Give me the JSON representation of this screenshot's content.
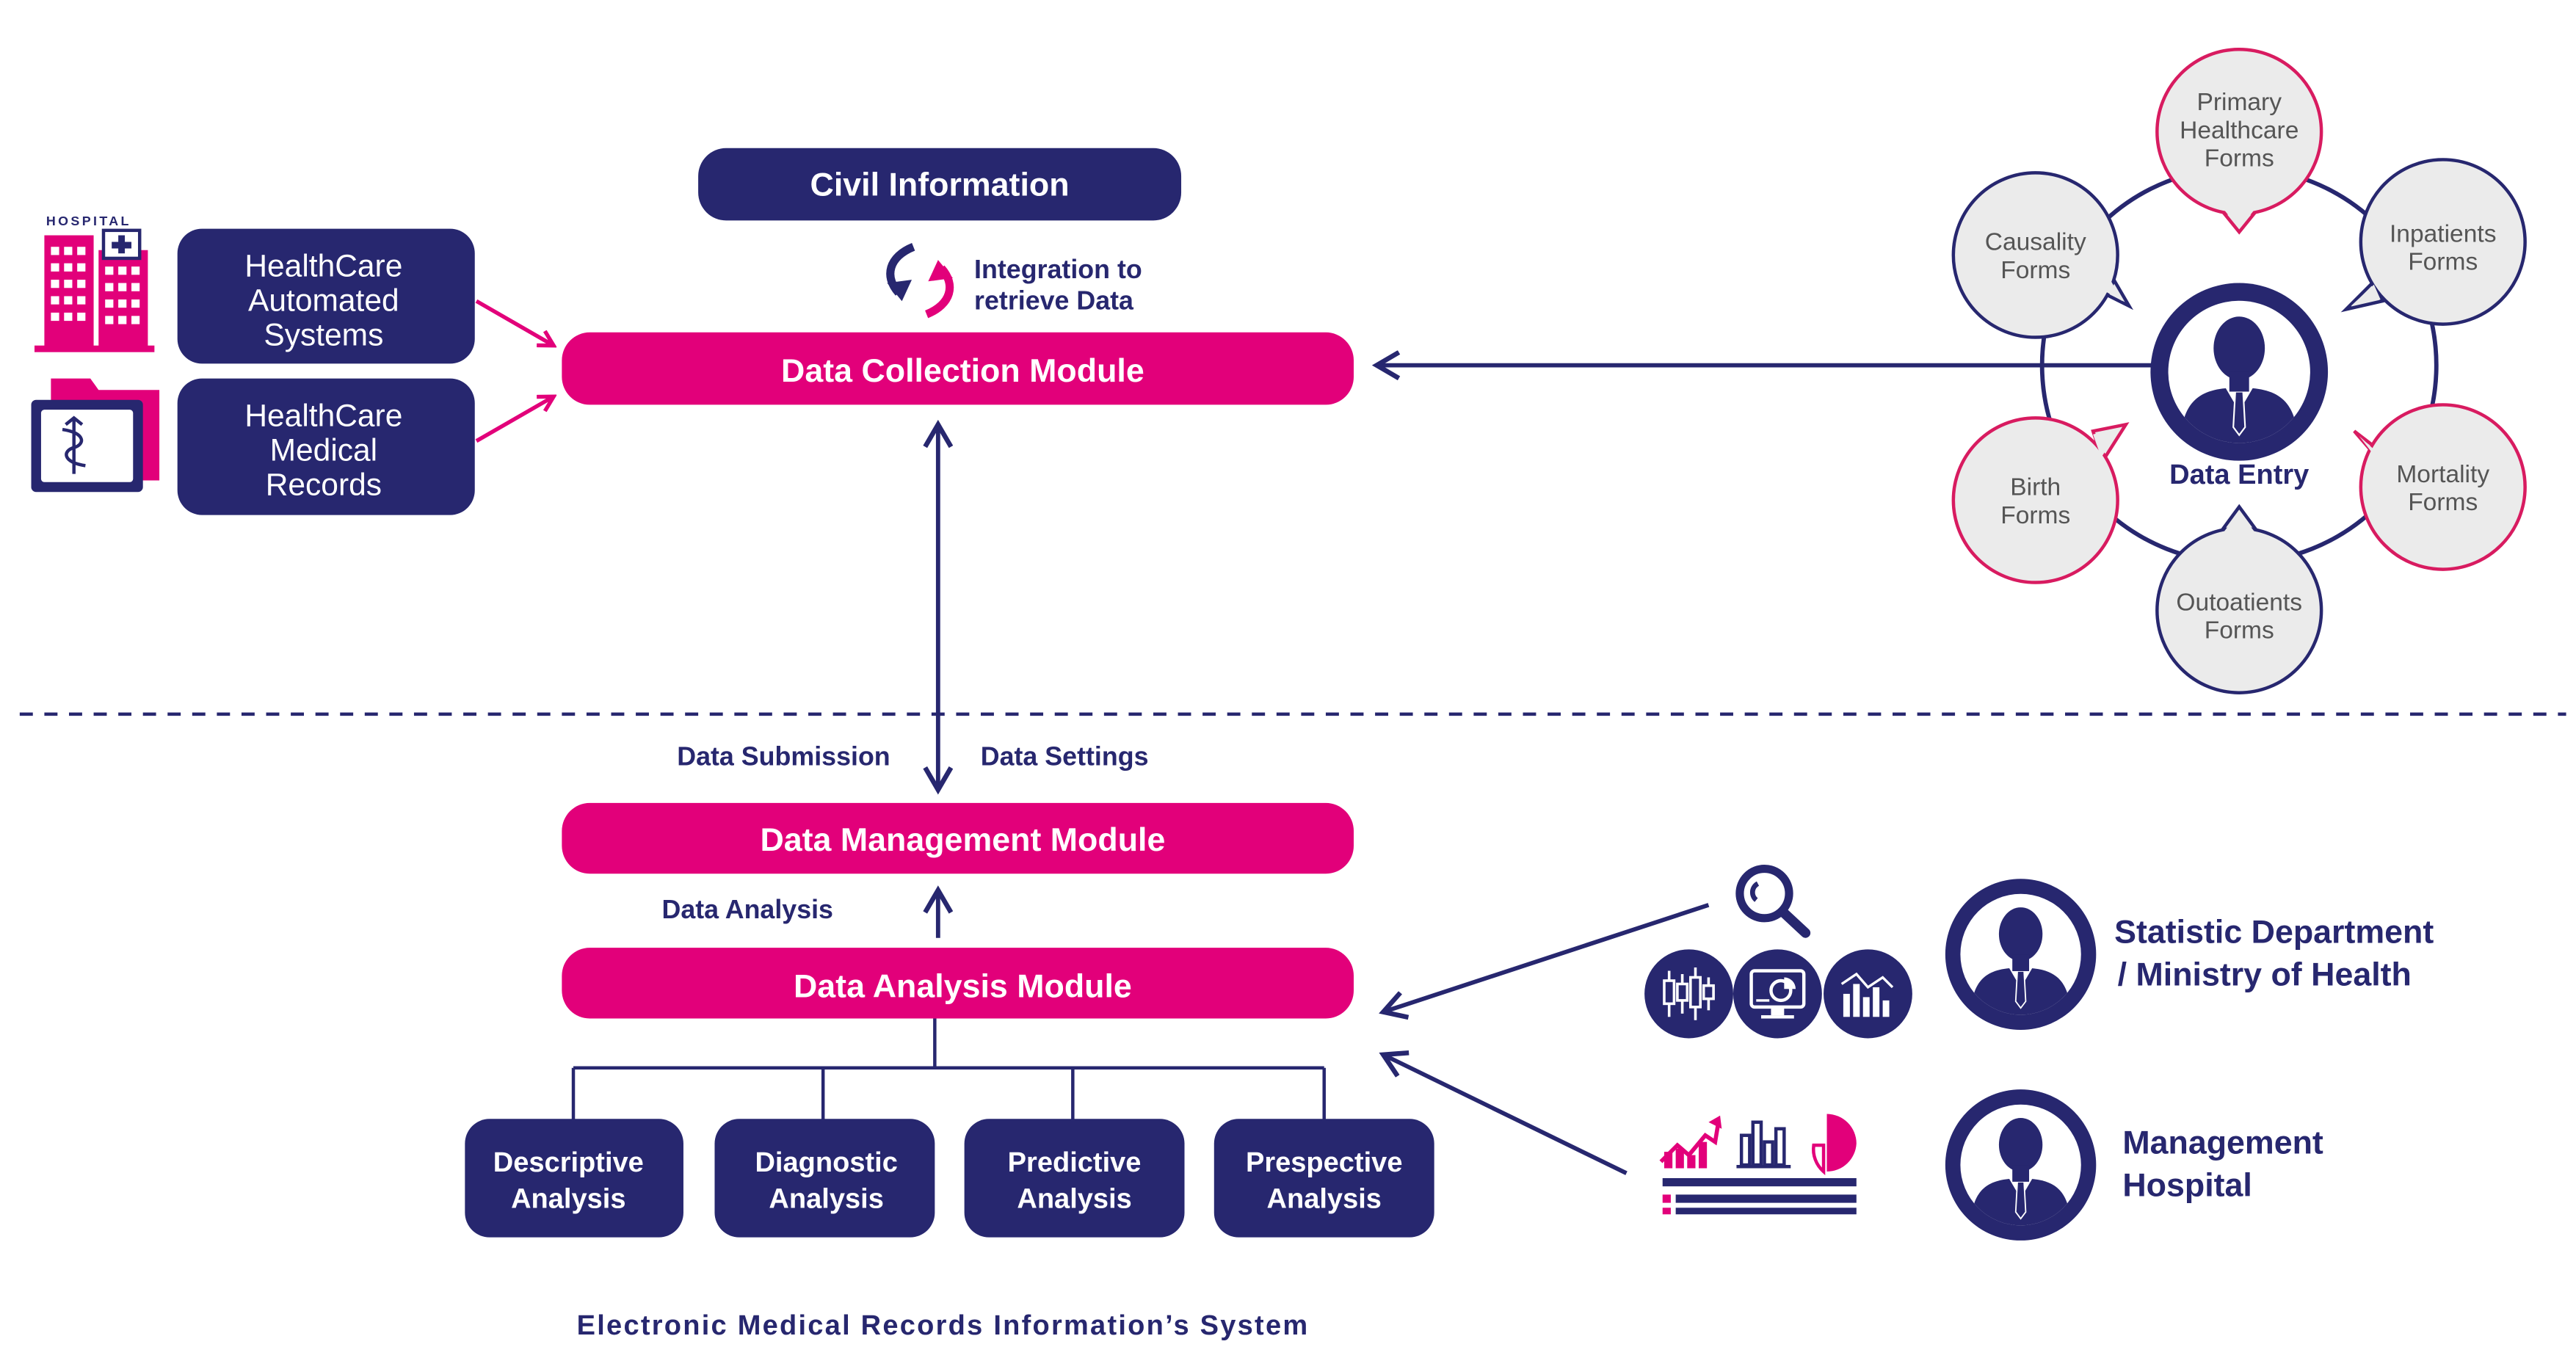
{
  "colors": {
    "navy": "#27276f",
    "pink": "#e2007a",
    "bubble_fill": "#ebebeb",
    "bubble_border_navy": "#27276f",
    "bubble_border_pink": "#d81b60",
    "white": "#ffffff"
  },
  "top": {
    "civil_information": "Civil Information",
    "integration_line1": "Integration to",
    "integration_line2": "retrieve Data",
    "data_collection_module": "Data Collection Module",
    "hospital_sign": "HOSPITAL",
    "healthcare_automated": [
      "HealthCare",
      "Automated",
      "Systems"
    ],
    "healthcare_medical": [
      "HealthCare",
      "Medical",
      "Records"
    ]
  },
  "data_entry": {
    "label": "Data Entry",
    "forms": {
      "primary": [
        "Primary",
        "Healthcare",
        "Forms"
      ],
      "inpatients": [
        "Inpatients",
        "Forms"
      ],
      "mortality": [
        "Mortality",
        "Forms"
      ],
      "outpatients": [
        "Outoatients",
        "Forms"
      ],
      "birth": [
        "Birth",
        "Forms"
      ],
      "causality": [
        "Causality",
        "Forms"
      ]
    }
  },
  "middle": {
    "data_submission": "Data Submission",
    "data_settings": "Data Settings",
    "data_management_module": "Data Management Module",
    "data_analysis_label": "Data Analysis",
    "data_analysis_module": "Data Analysis Module"
  },
  "analysis_boxes": [
    [
      "Descriptive",
      "Analysis"
    ],
    [
      "Diagnostic",
      "Analysis"
    ],
    [
      "Predictive",
      "Analysis"
    ],
    [
      "Prespective",
      "Analysis"
    ]
  ],
  "stakeholders": {
    "statistic": [
      "Statistic Department",
      "/ Ministry of Health"
    ],
    "management": [
      "Management",
      "Hospital"
    ]
  },
  "footer": "Electronic Medical Records Information’s System",
  "icons": {
    "hospital": "hospital-building-icon",
    "folder": "medical-folder-icon",
    "integration": "sync-arrows-icon",
    "user": "user-avatar-icon",
    "magnifier": "magnifier-icon",
    "candlestick": "candlestick-chart-icon",
    "monitor": "monitor-chart-icon",
    "bar_chart": "bar-chart-icon",
    "dashboard": "dashboard-icon"
  }
}
